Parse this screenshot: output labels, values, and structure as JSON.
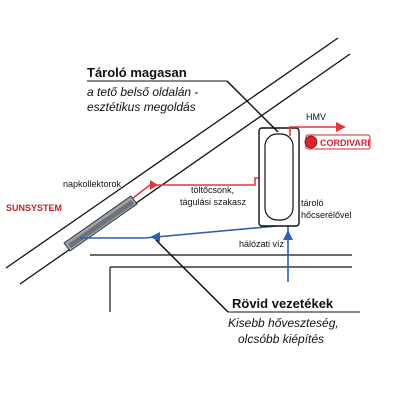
{
  "top_callout": {
    "title": "Tároló magasan",
    "line1": "a tető belső oldalán -",
    "line2": "esztétikus megoldás"
  },
  "bottom_callout": {
    "title": "Rövid vezetékek",
    "line1": "Kisebb hőveszteség,",
    "line2": "olcsóbb kiépítés"
  },
  "labels": {
    "hmv": "HMV",
    "collectors": "napkollektorok",
    "fill_line1": "töltőcsonk,",
    "fill_line2": "tágulási szakasz",
    "tank_line1": "tároló",
    "tank_line2": "hőcserélővel",
    "mains": "hálózati víz"
  },
  "brands": {
    "cordivari": "CORDIVARI",
    "sunsystem": "SUNSYSTEM"
  },
  "colors": {
    "hot_pipe": "#e0393b",
    "cold_pipe": "#2f5fb0",
    "cordivari_red": "#d8252f",
    "sunsystem_red": "#c8202a",
    "outline": "#111111"
  }
}
